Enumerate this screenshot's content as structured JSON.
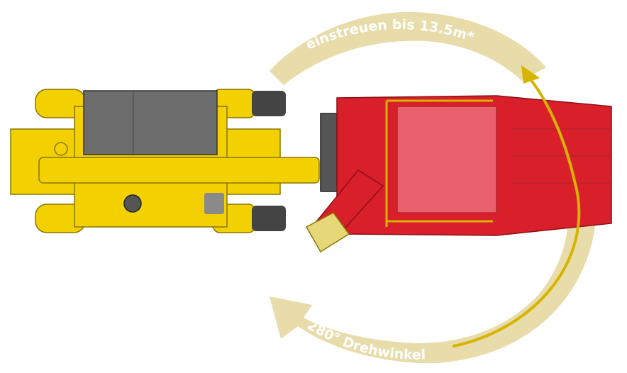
{
  "labels": {
    "spread_distance": "einstreuen bis 13.5m*",
    "rotation_angle": "280° Drehwinkel"
  },
  "colors": {
    "arc_band": "#e8dcaa",
    "arc_arrow": "#d6b400",
    "machine_yellow": "#f3d000",
    "cab_gray": "#6d6d6d",
    "bale_red": "#d9202a",
    "bale_chamber": "#e9616c"
  },
  "icons": {
    "arc": "curved-arrow-band",
    "arrow": "rotation-arrow-icon"
  }
}
